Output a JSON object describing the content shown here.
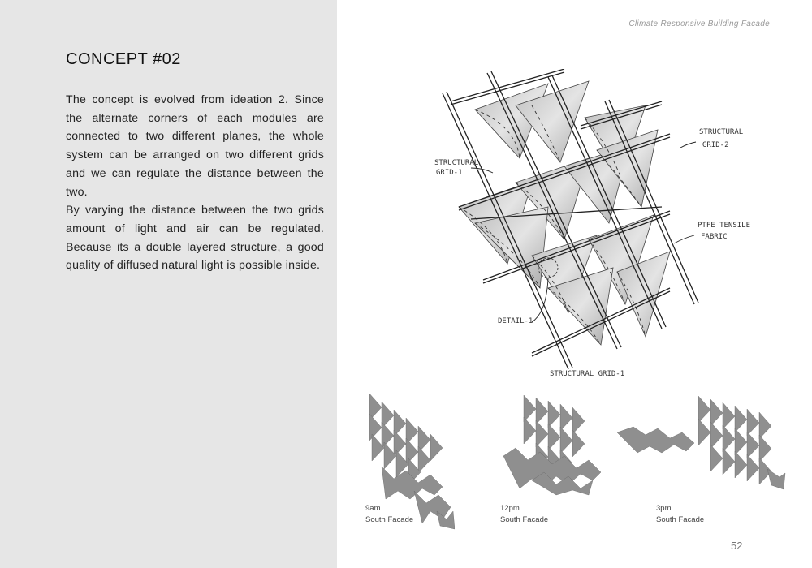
{
  "header": {
    "title": "Climate Responsive Building Facade"
  },
  "concept": {
    "title": "CONCEPT #02",
    "paragraphs": [
      "The concept is evolved from ideation 2. Since the alternate corners of each modules are connected to two different planes, the whole system can be arranged on two different grids and we can regulate the distance between the two.",
      "By varying the distance between the two grids amount of light and air can be regulated. Because its a double layered structure, a good quality of diffused natural light is possible inside."
    ]
  },
  "sketch": {
    "labels": {
      "structural_grid_1": [
        "STRUCTURAL",
        "GRID-1"
      ],
      "structural_grid_2": [
        "STRUCTURAL",
        "GRID-2"
      ],
      "fabric": [
        "PTFE TENSILE",
        "FABRIC"
      ],
      "detail": "DETAIL-1"
    },
    "caption": "STRUCTURAL GRID-1"
  },
  "diagrams": [
    {
      "time": "9am",
      "facade": "South Facade"
    },
    {
      "time": "12pm",
      "facade": "South Facade"
    },
    {
      "time": "3pm",
      "facade": "South Facade"
    }
  ],
  "page_number": "52"
}
